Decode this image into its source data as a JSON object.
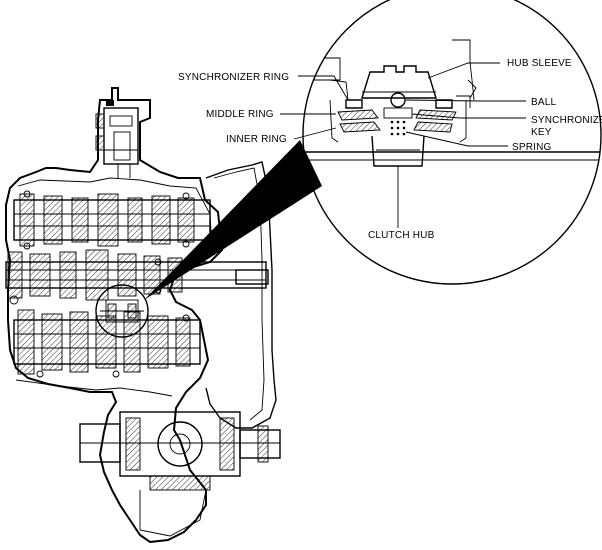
{
  "labels": {
    "synchronizer_ring": "SYNCHRONIZER RING",
    "hub_sleeve": "HUB SLEEVE",
    "middle_ring": "MIDDLE RING",
    "ball": "BALL",
    "synchronizer_key_line1": "SYNCHRONIZER",
    "synchronizer_key_line2": "KEY",
    "inner_ring": "INNER RING",
    "spring": "SPRING",
    "clutch_hub": "CLUTCH HUB"
  },
  "colors": {
    "line": "#000000",
    "background": "#ffffff"
  }
}
